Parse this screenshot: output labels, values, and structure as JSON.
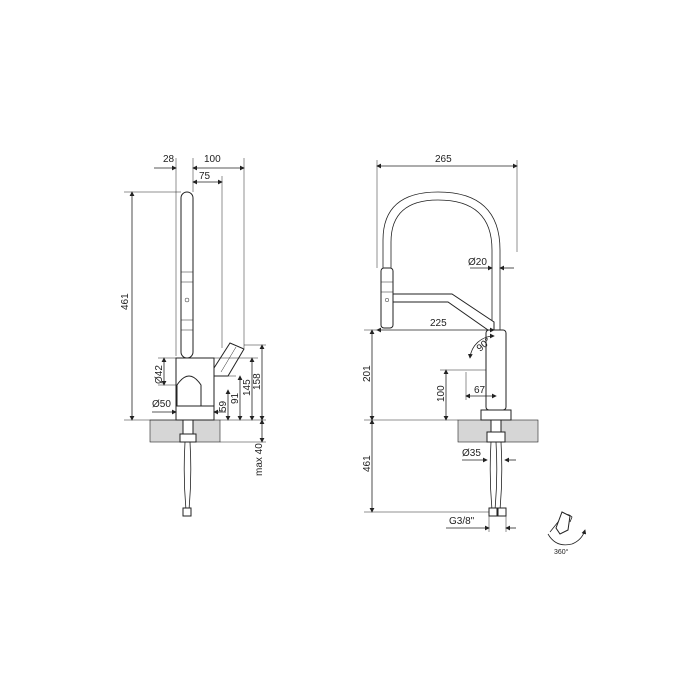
{
  "dimensions": {
    "side": {
      "d28": "28",
      "d100": "100",
      "d75": "75",
      "d461_height": "461",
      "d42": "Ø42",
      "d50": "Ø50",
      "d59": "59",
      "d91": "91",
      "d145": "145",
      "d158": "158",
      "max40": "max 40"
    },
    "front": {
      "d265": "265",
      "d20": "Ø20",
      "d225": "225",
      "angle90": "90°",
      "d201": "201",
      "d100": "100",
      "d67": "67",
      "d461": "461",
      "d35": "Ø35",
      "g38": "G3/8\""
    },
    "rotation": {
      "label": "360°"
    }
  },
  "colors": {
    "line": "#222222",
    "countertop": "#d6d6d6"
  }
}
